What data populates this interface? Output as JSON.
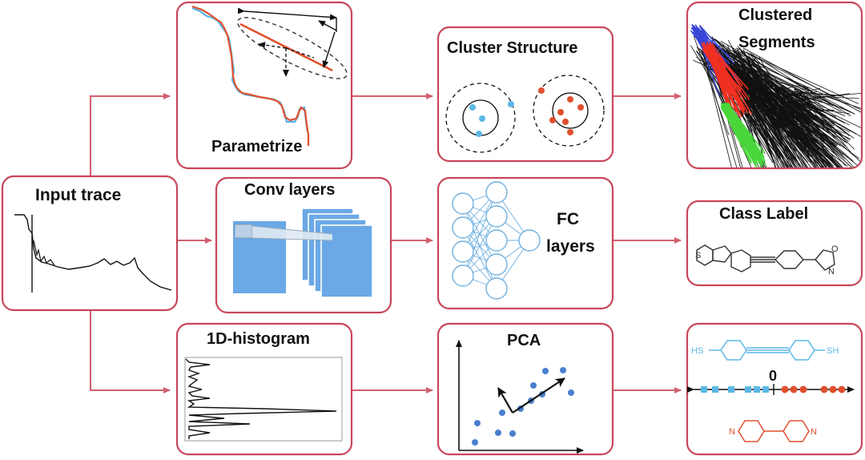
{
  "colors": {
    "border": "#c8475a",
    "arrow": "#d2606f",
    "blue": "#5bb8e6",
    "red": "#e0502e",
    "node": "#6fb0e0",
    "dot": "#4a7fcf",
    "green": "#49d63b"
  },
  "nodes": {
    "input_trace": "Input trace",
    "parametrize": "Parametrize",
    "conv_layers": "Conv layers",
    "histogram": "1D-histogram",
    "cluster_structure": "Cluster Structure",
    "fc_layers_line1": "FC",
    "fc_layers_line2": "layers",
    "pca": "PCA",
    "clustered_segments_line1": "Clustered",
    "clustered_segments_line2": "Segments",
    "class_label": "Class Label",
    "pca_axis_zero": "0"
  },
  "molecules": {
    "class_label_atoms": {
      "s": "S",
      "o": "O",
      "n": "N"
    },
    "thiol_left": "HS",
    "thiol_right": "SH",
    "pyridine_n_left": "N",
    "pyridine_n_right": "N"
  }
}
